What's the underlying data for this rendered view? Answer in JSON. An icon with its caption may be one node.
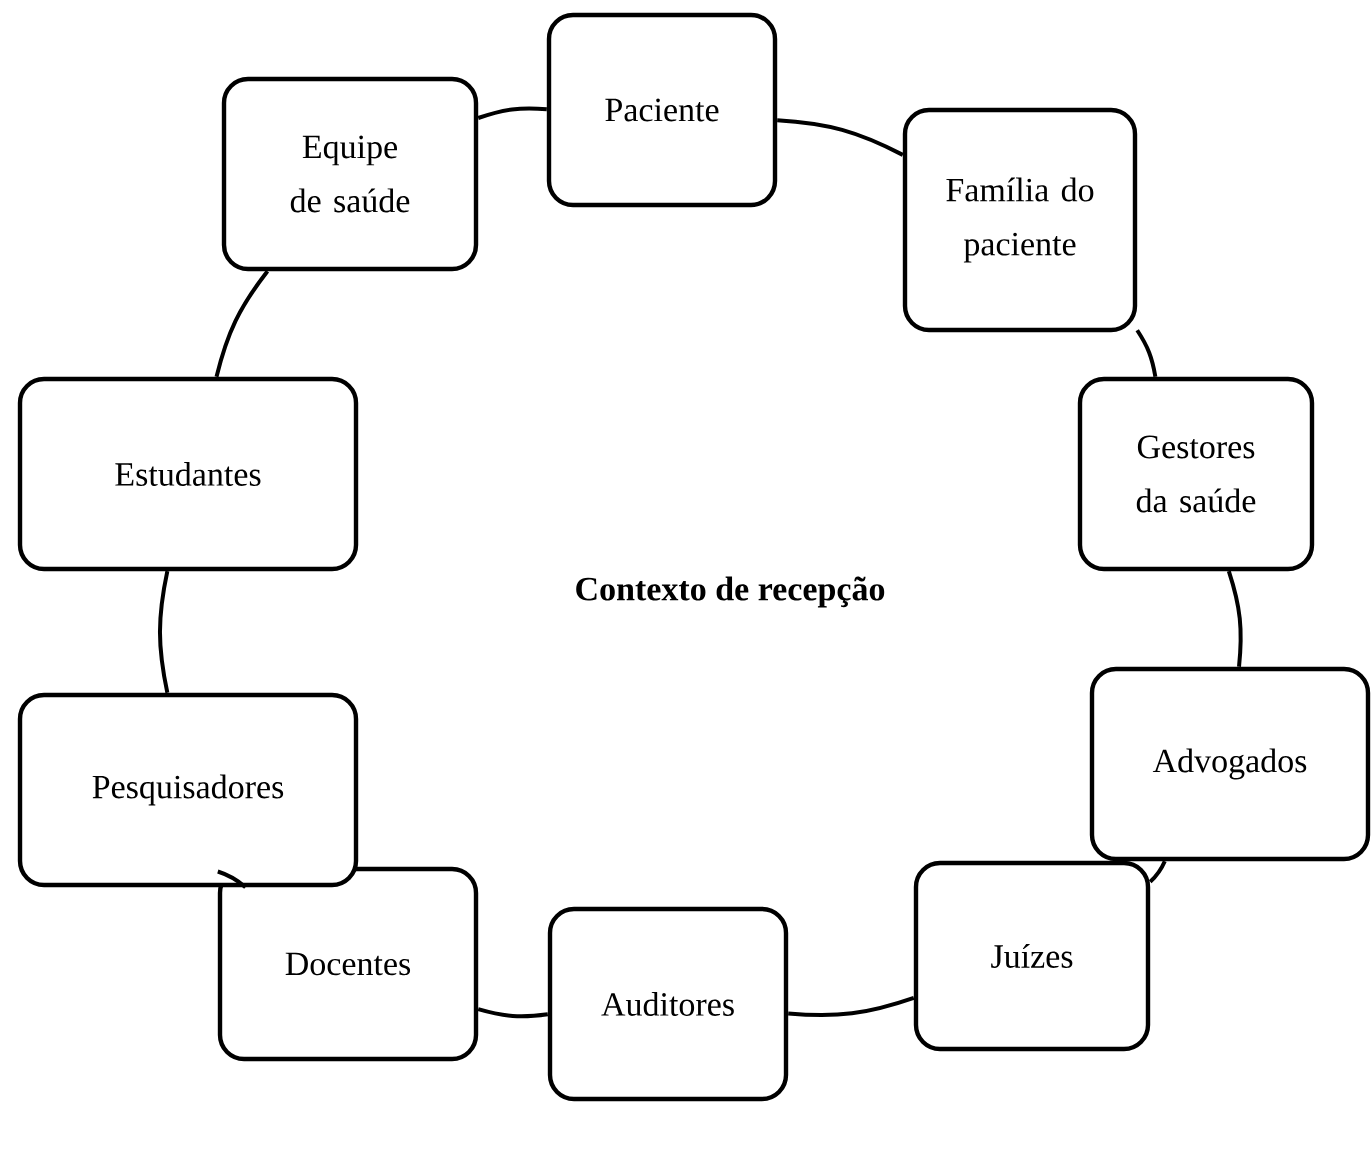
{
  "diagram": {
    "nodes": [
      {
        "text": [
          "Paciente"
        ]
      },
      {
        "text": [
          "Família do paciente"
        ]
      },
      {
        "text": [
          "Gestores da saúde"
        ]
      },
      {
        "text": [
          "Advogados"
        ]
      },
      {
        "text": [
          "Juízes"
        ]
      },
      {
        "text": [
          "Auditores"
        ]
      },
      {
        "text": [
          "Docentes"
        ]
      },
      {
        "text": [
          "Pesquisadores"
        ]
      },
      {
        "text": [
          "Estudantes"
        ]
      },
      {
        "text": [
          "Equipe de saúde"
        ]
      }
    ],
    "edges": [
      {
        "from": 0,
        "to": 1,
        "arrow": "none"
      },
      {
        "from": 1,
        "to": 2,
        "arrow": "none"
      },
      {
        "from": 2,
        "to": 3,
        "arrow": "none"
      },
      {
        "from": 3,
        "to": 4,
        "arrow": "none"
      },
      {
        "from": 4,
        "to": 5,
        "arrow": "none"
      },
      {
        "from": 5,
        "to": 6,
        "arrow": "none"
      },
      {
        "from": 6,
        "to": 7,
        "arrow": "none"
      },
      {
        "from": 7,
        "to": 8,
        "arrow": "none"
      },
      {
        "from": 8,
        "to": 9,
        "arrow": "none"
      },
      {
        "from": 9,
        "to": 0,
        "arrow": "none"
      }
    ],
    "labels": [
      "**Contexto de recepção**"
    ]
  }
}
